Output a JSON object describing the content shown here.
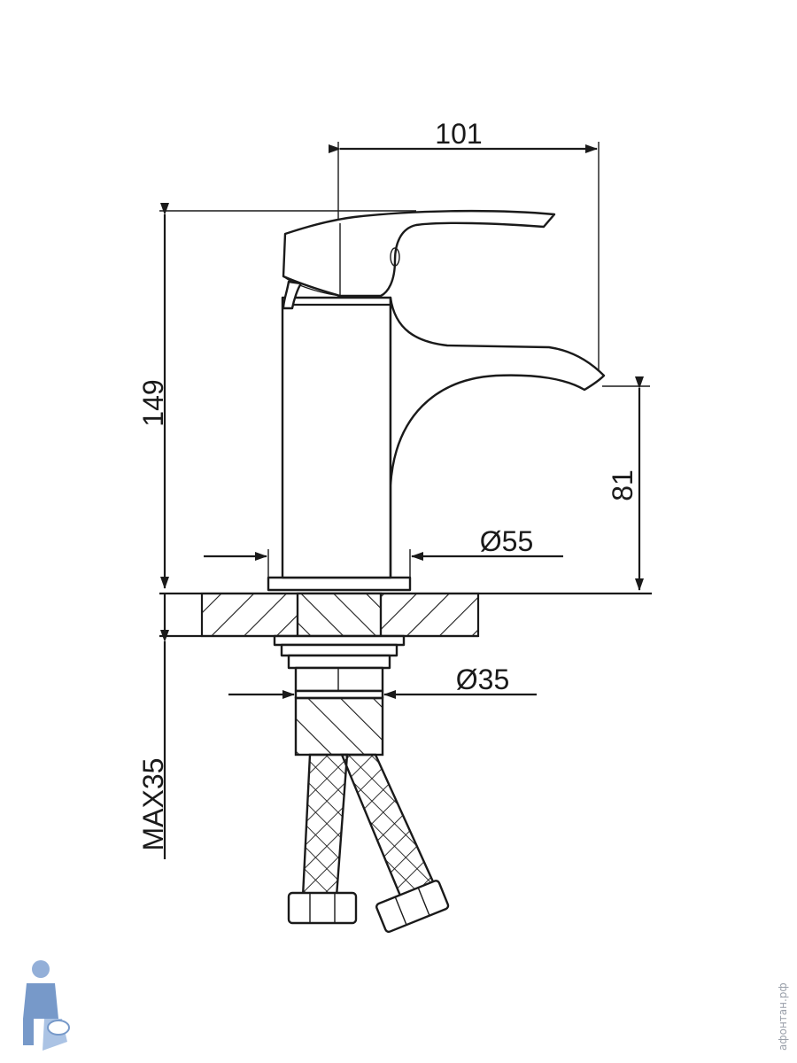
{
  "dimensions": {
    "width_top": "101",
    "height_total": "149",
    "spout_height": "81",
    "base_diameter": "Ø55",
    "thread_diameter": "Ø35",
    "max_counter_thickness": "MAX35"
  },
  "watermark": {
    "text": "афонтан.рф",
    "icon": "plumber-mascot-icon"
  },
  "colors": {
    "line": "#1a1a1a",
    "background": "#ffffff",
    "mascot": "#4a78b8"
  }
}
